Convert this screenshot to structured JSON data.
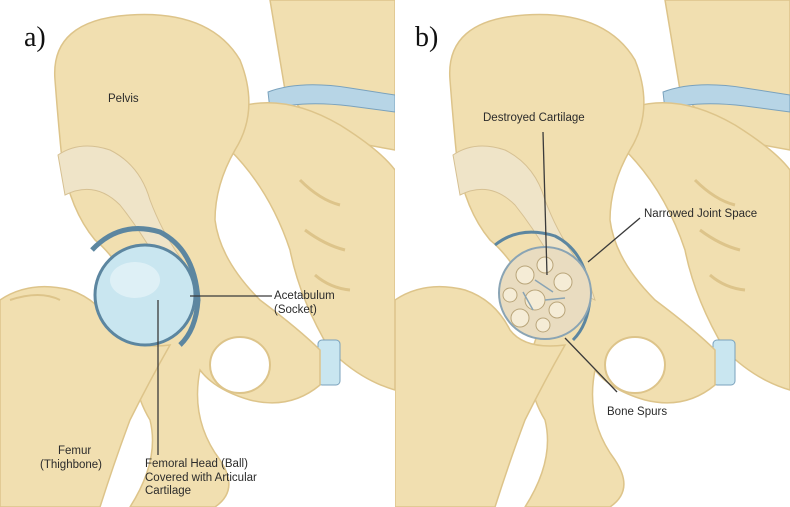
{
  "panel_a": {
    "tag": "a)",
    "labels": {
      "pelvis": "Pelvis",
      "acetabulum_line1": "Acetabulum",
      "acetabulum_line2": "(Socket)",
      "femur_line1": "Femur",
      "femur_line2": "(Thighbone)",
      "femoral_head_line1": "Femoral Head (Ball)",
      "femoral_head_line2": "Covered with Articular",
      "femoral_head_line3": "Cartilage"
    }
  },
  "panel_b": {
    "tag": "b)",
    "labels": {
      "destroyed_cartilage": "Destroyed Cartilage",
      "narrowed_joint_space": "Narrowed Joint Space",
      "bone_spurs": "Bone Spurs"
    }
  },
  "colors": {
    "bone": "#f1dfb0",
    "bone_shadow": "#ddc48a",
    "cancellous": "#efe4c8",
    "cartilage": "#c9e6f0",
    "cartilage_edge": "#5c86a0",
    "line": "#3a3a3a"
  }
}
